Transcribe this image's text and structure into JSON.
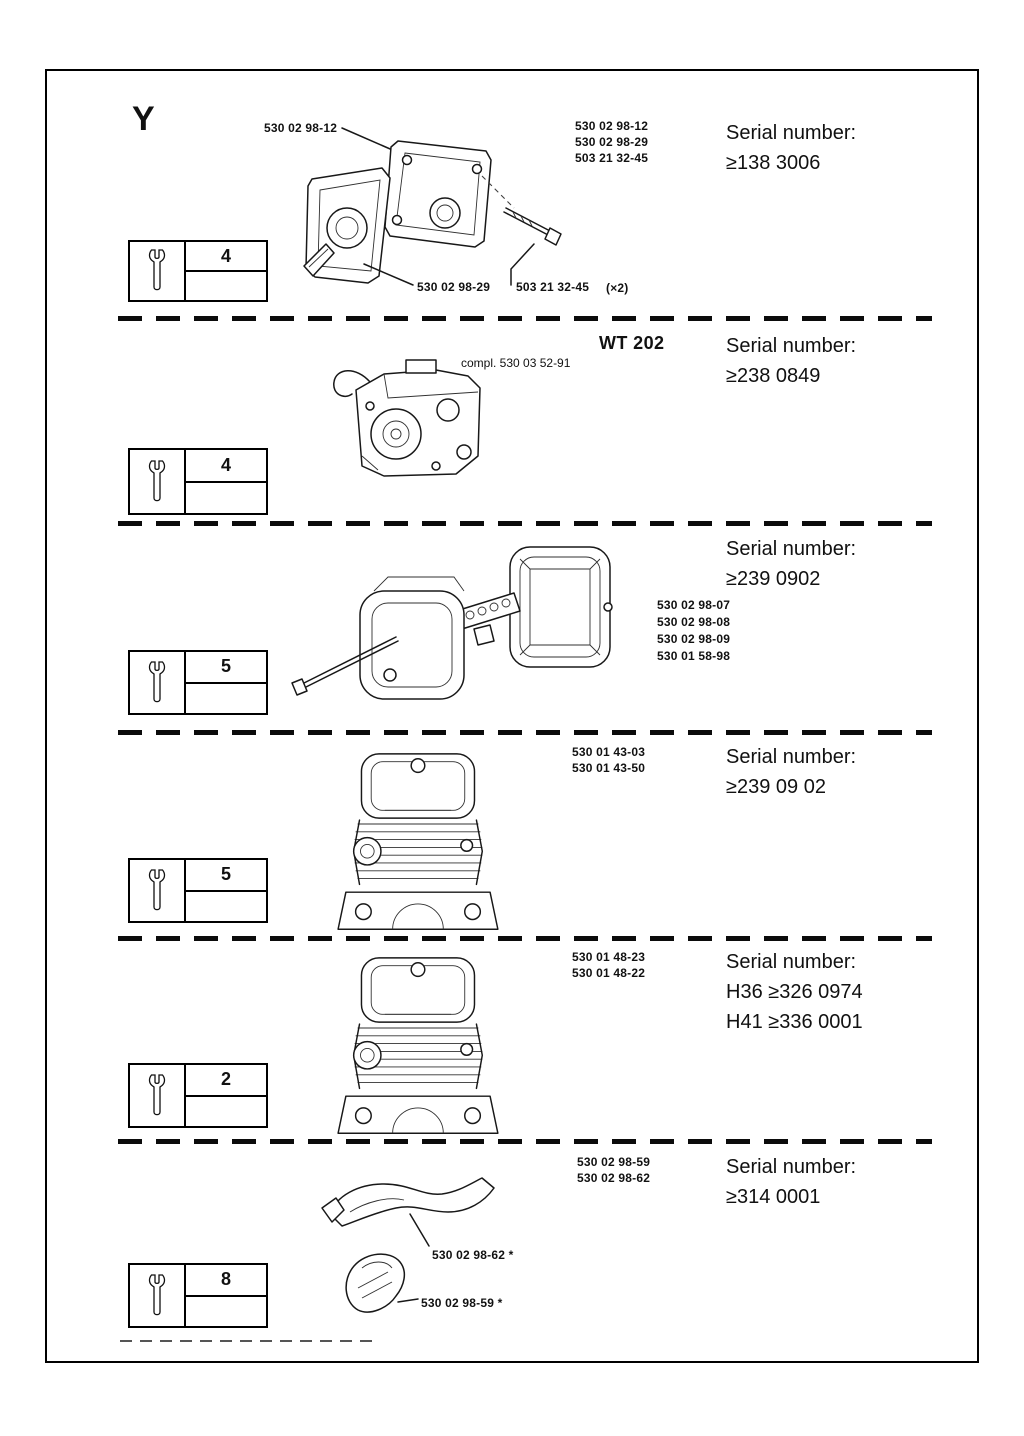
{
  "page": {
    "background": "#ffffff",
    "ink": "#111111"
  },
  "sections": [
    {
      "marker": "Y",
      "callout_top": "530 02 98-12",
      "parts": [
        "530 02 98-12",
        "530 02 98-29",
        "503 21 32-45"
      ],
      "serial_label": "Serial number:",
      "serial_lines": [
        "≥138 3006"
      ],
      "tool_qty": "4",
      "callout_a": "530 02 98-29",
      "callout_b": "503 21 32-45",
      "callout_b_qty": "(×2)"
    },
    {
      "model": "WT 202",
      "compl_note": "compl. 530 03 52-91",
      "serial_label": "Serial number:",
      "serial_lines": [
        "≥238 0849"
      ],
      "tool_qty": "4"
    },
    {
      "parts": [
        "530 02 98-07",
        "530 02 98-08",
        "530 02 98-09",
        "530 01 58-98"
      ],
      "serial_label": "Serial number:",
      "serial_lines": [
        "≥239 0902"
      ],
      "tool_qty": "5"
    },
    {
      "parts": [
        "530 01 43-03",
        "530 01 43-50"
      ],
      "serial_label": "Serial number:",
      "serial_lines": [
        "≥239 09 02"
      ],
      "tool_qty": "5"
    },
    {
      "parts": [
        "530 01 48-23",
        "530 01 48-22"
      ],
      "serial_label": "Serial number:",
      "serial_lines": [
        "H36 ≥326 0974",
        "H41 ≥336 0001"
      ],
      "tool_qty": "2"
    },
    {
      "parts": [
        "530 02 98-59",
        "530 02 98-62"
      ],
      "serial_label": "Serial number:",
      "serial_lines": [
        "≥314 0001"
      ],
      "tool_qty": "8",
      "callout_a": "530 02 98-62 *",
      "callout_b": "530 02 98-59 *"
    }
  ]
}
